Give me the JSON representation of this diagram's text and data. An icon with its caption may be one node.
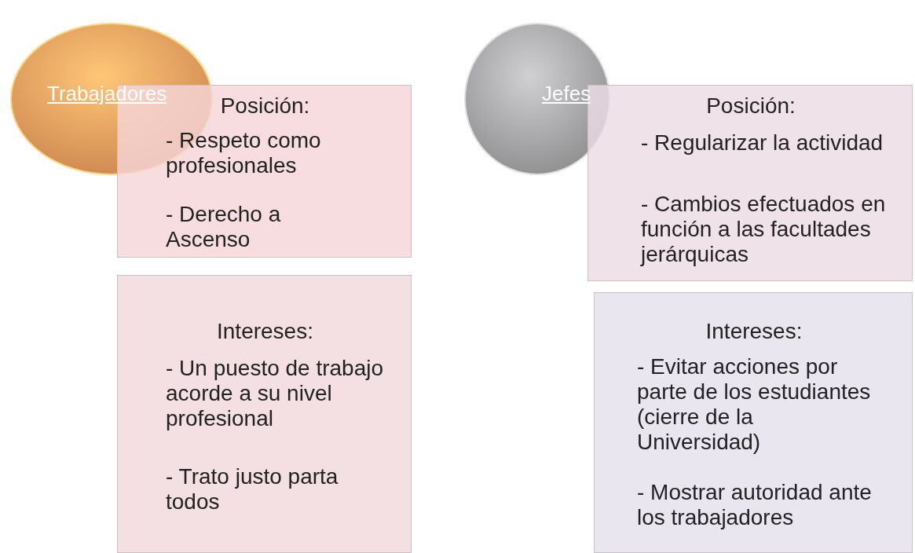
{
  "diagram": {
    "nodes": [
      {
        "text": [
          "Trabajadores"
        ]
      },
      {
        "text": [
          "Posición:",
          "- Respeto como profesionales",
          "- Derecho a Ascenso"
        ]
      },
      {
        "text": [
          "Intereses:",
          "- Un puesto de trabajo acorde a su nivel profesional",
          "- Trato justo parta todos"
        ]
      },
      {
        "text": [
          "Jefes"
        ]
      },
      {
        "text": [
          "Posición:",
          "- Regularizar la actividad",
          "- Cambios efectuados en función a las facultades jerárquicas"
        ]
      },
      {
        "text": [
          "Intereses:",
          "- Evitar acciones por parte de los estudiantes (cierre de la Universidad)",
          "- Mostrar autoridad ante los trabajadores"
        ]
      }
    ]
  }
}
